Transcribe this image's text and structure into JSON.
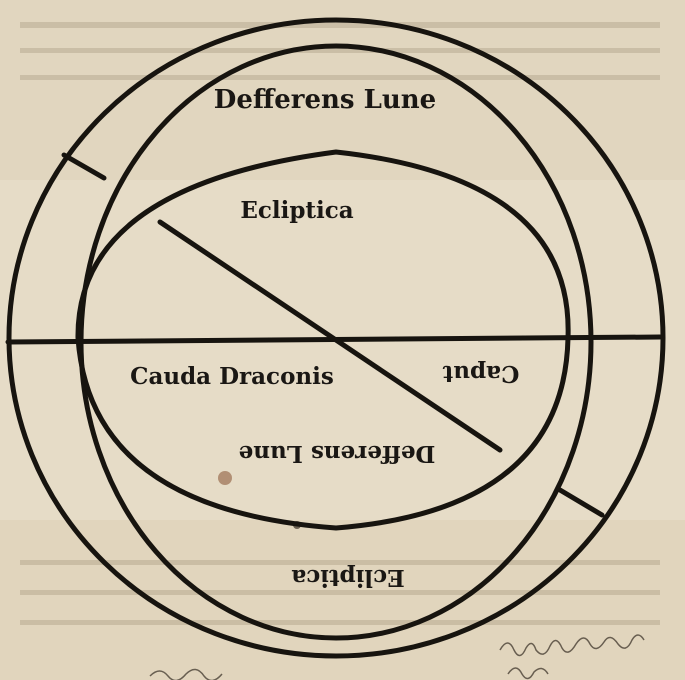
{
  "labels": {
    "deferens_top": "Defferens Lune",
    "ecliptica_inner": "Ecliptica",
    "cauda": "Cauda Draconis",
    "caput": "Caput",
    "deferens_inner": "Defferens Lune",
    "ecliptica_outer": "Ecliptica"
  },
  "colors": {
    "paper": "#e6dcc7",
    "ink": "#17140f",
    "handwriting": "#4a4136"
  },
  "handwriting": {
    "note_right": "",
    "note_left": ""
  }
}
